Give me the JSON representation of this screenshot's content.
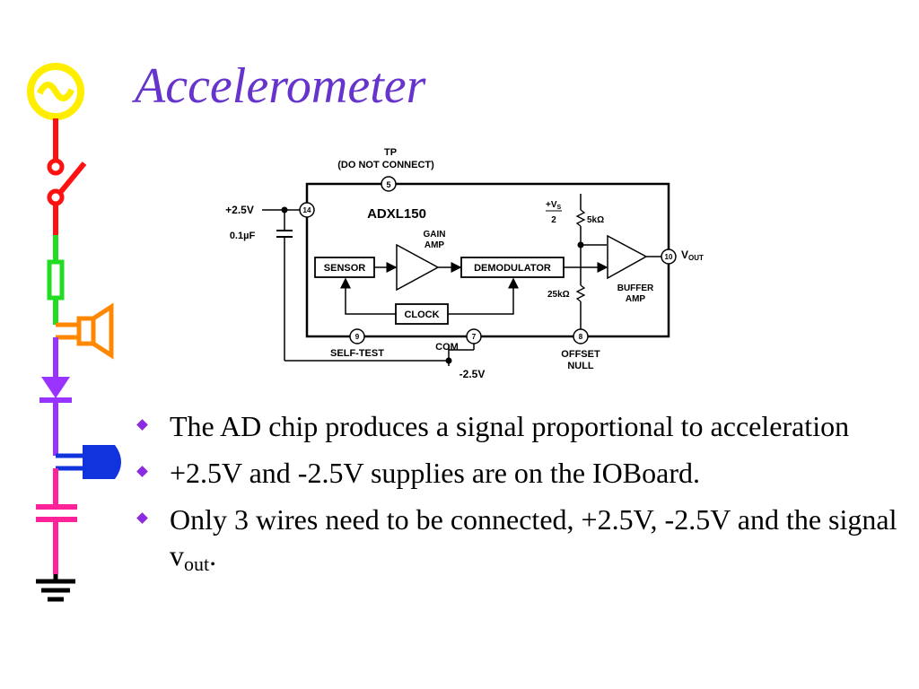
{
  "title": "Accelerometer",
  "diagram": {
    "tp_label": "TP",
    "tp_note": "(DO NOT CONNECT)",
    "chip_name": "ADXL150",
    "plus_supply": "+2.5V",
    "minus_supply": "-2.5V",
    "cap_label": "0.1µF",
    "sensor": "SENSOR",
    "gain_amp_line1": "GAIN",
    "gain_amp_line2": "AMP",
    "demodulator": "DEMODULATOR",
    "clock": "CLOCK",
    "vs_label": "+Vs",
    "vs_sub": "S",
    "vs_den": "2",
    "r1": "5kΩ",
    "r2": "25kΩ",
    "buffer_amp_line1": "BUFFER",
    "buffer_amp_line2": "AMP",
    "vout": "V",
    "vout_sub": "OUT",
    "self_test": "SELF-TEST",
    "com": "COM",
    "offset_line1": "OFFSET",
    "offset_line2": "NULL",
    "pins": {
      "tp": "5",
      "vplus": "14",
      "out": "10",
      "self_test": "9",
      "com": "7",
      "offset": "8"
    }
  },
  "bullets": [
    {
      "text": "The AD chip produces a signal proportional to acceleration"
    },
    {
      "text": "+2.5V and -2.5V supplies are on the IOBoard."
    },
    {
      "text": "Only 3 wires need to be connected, +2.5V, -2.5V and the signal v",
      "sub": "out",
      "tail": "."
    }
  ]
}
